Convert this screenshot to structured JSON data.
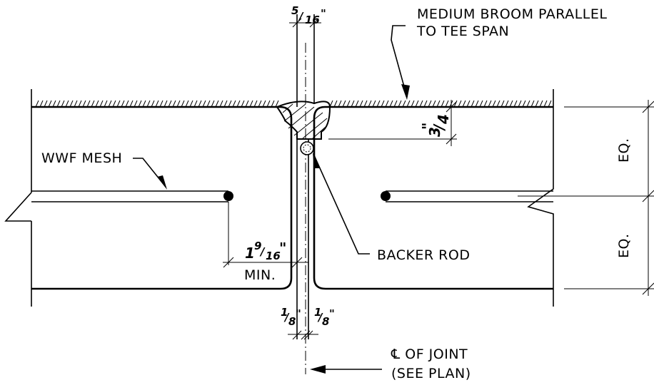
{
  "labels": {
    "broom_line1": "MEDIUM BROOM PARALLEL",
    "broom_line2": "TO TEE SPAN",
    "wwf_mesh": "WWF MESH",
    "backer_rod": "BACKER ROD",
    "min": "MIN.",
    "cl_joint_line1": "℄ OF JOINT",
    "cl_joint_line2": "(SEE PLAN)",
    "eq_top": "EQ.",
    "eq_bottom": "EQ."
  },
  "dimensions": {
    "joint_top": {
      "whole": "",
      "num": "5",
      "den": "16",
      "unit": "\""
    },
    "sealant_depth": {
      "whole": "",
      "num": "3",
      "den": "4",
      "unit": "\""
    },
    "mesh_clearance": {
      "whole": "1",
      "num": "9",
      "den": "16",
      "unit": "\""
    },
    "left_gap": {
      "whole": "",
      "num": "1",
      "den": "8",
      "unit": "\""
    },
    "right_gap": {
      "whole": "",
      "num": "1",
      "den": "8",
      "unit": "\""
    }
  },
  "colors": {
    "line": "#000000",
    "background": "#ffffff"
  }
}
